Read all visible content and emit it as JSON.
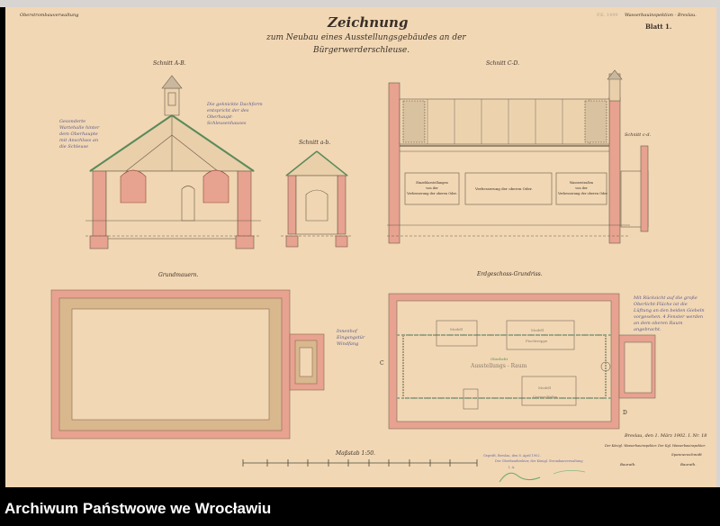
{
  "document": {
    "header_left": "Oberstrombauverwaltung",
    "header_right": "Wasserbauinspektion - Breslau.",
    "sheet": "Blatt 1.",
    "stamp": "P.K. 1499",
    "title": "Zeichnung",
    "subtitle_line1": "zum Neubau eines Ausstellungsgebäudes an der",
    "subtitle_line2": "Bürgerwerderschleuse."
  },
  "sections": {
    "section_ab": "Schnitt A-B.",
    "section_ab_small": "Schnitt a-b.",
    "section_cd": "Schnitt C-D.",
    "section_cd_small": "Schnitt c-d.",
    "foundation": "Grundmauern.",
    "ground_plan": "Erdgeschoss-Grundriss."
  },
  "panels": {
    "panel1_line1": "Einzeldarstellungen",
    "panel1_line2": "von der",
    "panel1_line3": "Verbesserung der oberen Oder.",
    "panel2": "Verbesserung der oberen Oder.",
    "panel3_line1": "Wasserstraßen",
    "panel3_line2": "von der",
    "panel3_line3": "Verbesserung der oberen Oder."
  },
  "plan_labels": {
    "skylight": "Oberlicht",
    "room": "Ausstellungs - Raum",
    "model1": "Modell",
    "model1_sub": "Fischtreppe",
    "model2": "Modell",
    "model2_sub": "Fischtreppe",
    "model3": "Modell",
    "model3_sub": "Crosse-Hafen",
    "marker_c": "C",
    "marker_d": "D"
  },
  "notes": {
    "left_note": "Gesonderte Wartehalle hinter dem Oberhaupte mit Anschluss an die Schleuse",
    "center_note": "Die geknickte Dachform entspricht der des Oberhaupt-Schleusenhauses",
    "plan_note": "Innenhof Eingangstür Windfang",
    "right_note": "Mit Rücksicht auf die große Oberlicht-Fläche ist die Lüftung an den beiden Giebeln vorgesehen. 4 Fenster werden an dem oberen Raum angebracht."
  },
  "scale": {
    "label": "Maßstab 1:50."
  },
  "approval": {
    "line1": "Geprüft, Breslau, den 8. April 1902.",
    "line2": "Der Oberbaudirektor, der Königl. Strombauverwaltung",
    "line3": "I. A."
  },
  "signoff": {
    "place_date": "Breslau, den 1. März 1902. I. Nr. 18",
    "authority": "Der Königl. Wasserbauinspektor. Der Kgl. Wasserbauinspektor.",
    "sign1": "Baurath.",
    "sign2": "Baurath.",
    "name2": "Spannenschmidt"
  },
  "archive": {
    "name": "Archiwum Państwowe we Wrocławiu"
  },
  "colors": {
    "paper": "#f1d7b4",
    "brick": "#e8a290",
    "ink": "#3a3028",
    "footer_bg": "#000000",
    "footer_text": "#ffffff"
  }
}
